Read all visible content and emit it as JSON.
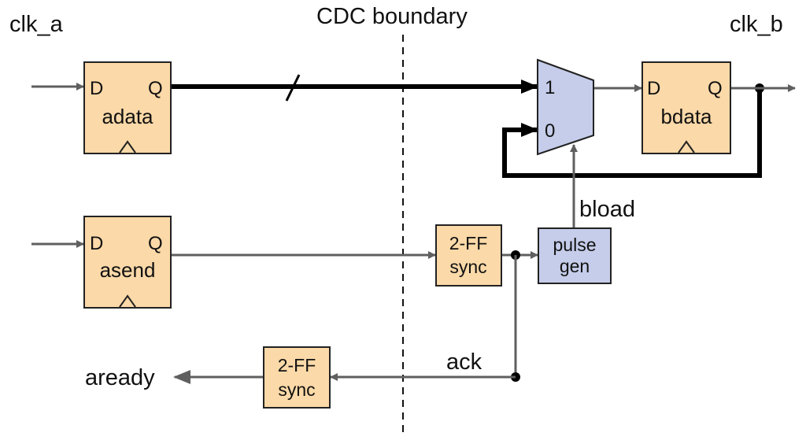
{
  "labels": {
    "clk_a": "clk_a",
    "clk_b": "clk_b",
    "boundary": "CDC boundary",
    "bload": "bload",
    "ack": "ack",
    "aready": "aready"
  },
  "flops": {
    "adata": {
      "d": "D",
      "q": "Q",
      "name": "adata"
    },
    "asend": {
      "d": "D",
      "q": "Q",
      "name": "asend"
    },
    "bdata": {
      "d": "D",
      "q": "Q",
      "name": "bdata"
    }
  },
  "sync_fwd": {
    "line1": "2-FF",
    "line2": "sync"
  },
  "sync_back": {
    "line1": "2-FF",
    "line2": "sync"
  },
  "pulse_gen": {
    "line1": "pulse",
    "line2": "gen"
  },
  "mux": {
    "in1": "1",
    "in0": "0"
  },
  "colors": {
    "flop_fill": "#fcd9a8",
    "mux_fill": "#c5cdea",
    "wire": "#5f5f5f",
    "bus": "#000000",
    "box_stroke": "#222222"
  }
}
